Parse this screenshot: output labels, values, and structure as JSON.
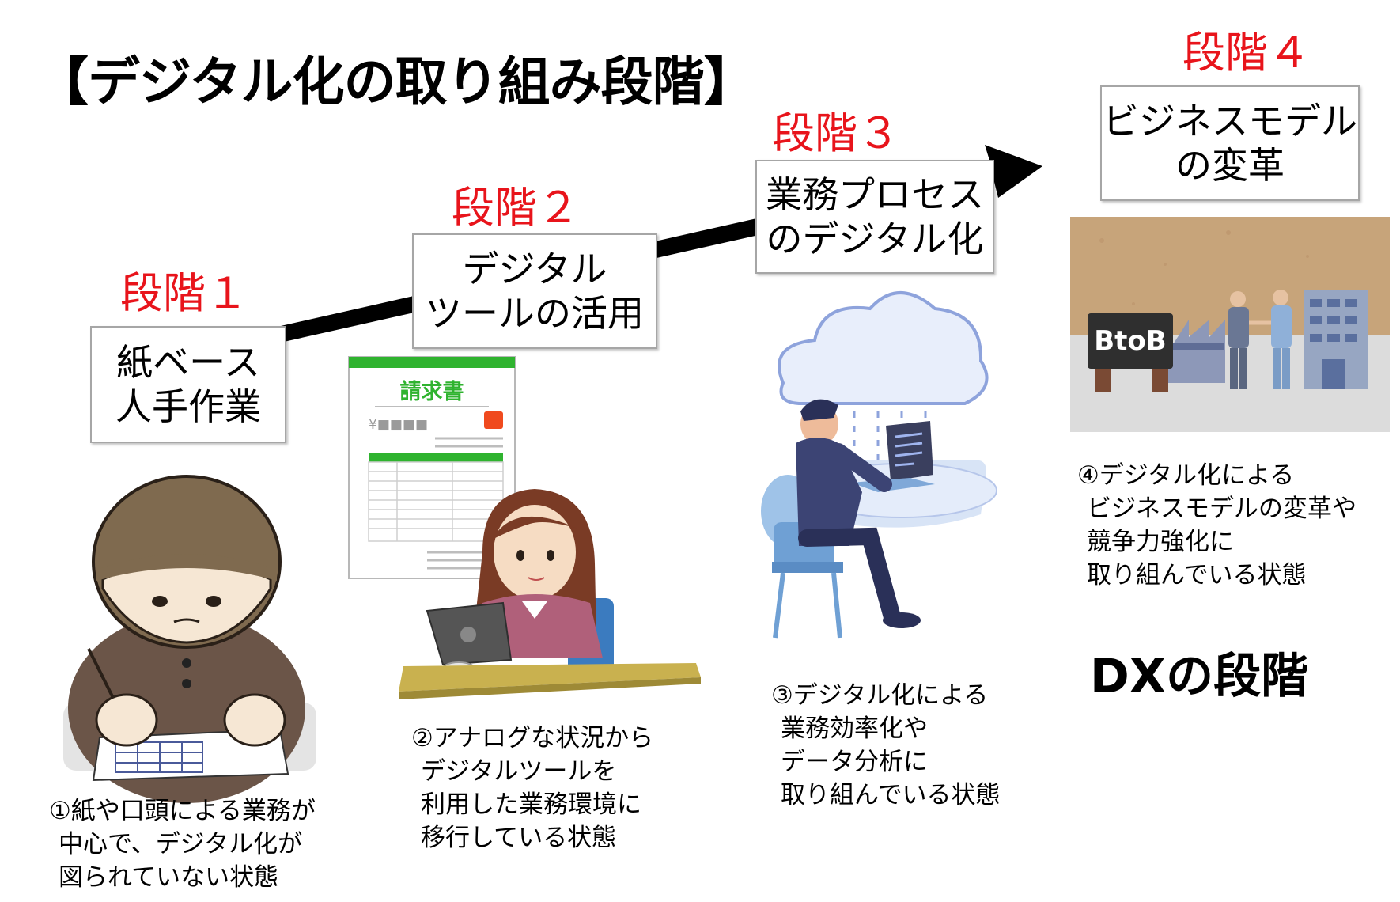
{
  "title": "【デジタル化の取り組み段階】",
  "stages": [
    {
      "label": "段階１",
      "box_lines": [
        "紙ベース",
        "人手作業"
      ],
      "description_lines": [
        "①紙や口頭による業務が",
        "中心で、デジタル化が",
        "図られていない状態"
      ]
    },
    {
      "label": "段階２",
      "box_lines": [
        "デジタル",
        "ツールの活用"
      ],
      "description_lines": [
        "②アナログな状況から",
        "デジタルツールを",
        "利用した業務環境に",
        "移行している状態"
      ]
    },
    {
      "label": "段階３",
      "box_lines": [
        "業務プロセス",
        "のデジタル化"
      ],
      "description_lines": [
        "③デジタル化による",
        "業務効率化や",
        "データ分析に",
        "取り組んでいる状態"
      ]
    },
    {
      "label": "段階４",
      "box_lines": [
        "ビジネスモデル",
        "の変革"
      ],
      "description_lines": [
        "④デジタル化による",
        "ビジネスモデルの変革や",
        "競争力強化に",
        "取り組んでいる状態"
      ]
    }
  ],
  "invoice": {
    "title": "請求書",
    "amount": "¥■■■■"
  },
  "photo": {
    "sign_text": "BtoB"
  },
  "dx_title": "DXの段階",
  "colors": {
    "stage_label": "#e8141b",
    "arrow": "#000000",
    "invoice_green": "#2fb32f",
    "box_border": "#a6a6a6"
  }
}
